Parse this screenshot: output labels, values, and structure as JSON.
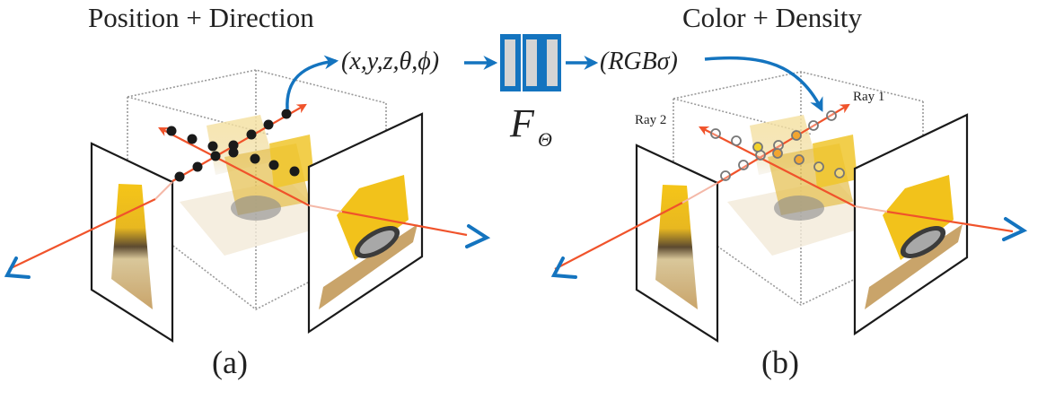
{
  "figure": {
    "panel_a": {
      "title": "Position + Direction",
      "caption": "(a)",
      "sample_style": "filled-black"
    },
    "panel_b": {
      "title": "Color + Density",
      "caption": "(b)",
      "rays": [
        {
          "label": "Ray 1"
        },
        {
          "label": "Ray 2"
        }
      ],
      "sample_style": "hollow-circles with colored density points"
    },
    "network": {
      "input_label": "(x,y,z,θ,ϕ)",
      "output_label": "(RGBσ)",
      "function_label": "F",
      "function_subscript": "Θ",
      "layer_count": 3
    },
    "colors": {
      "arrow_blue": "#1474bf",
      "ray_orange": "#f0532b",
      "ray_faded": "#f4b8a8",
      "box_dash": "#999999",
      "network_fill": "#1474bf",
      "network_layer": "#d4d4d4",
      "sample_black": "#1a1a1a",
      "density_yellow": "#f2d22a",
      "density_orange": "#f2a531",
      "sample_outline": "#777777"
    }
  }
}
